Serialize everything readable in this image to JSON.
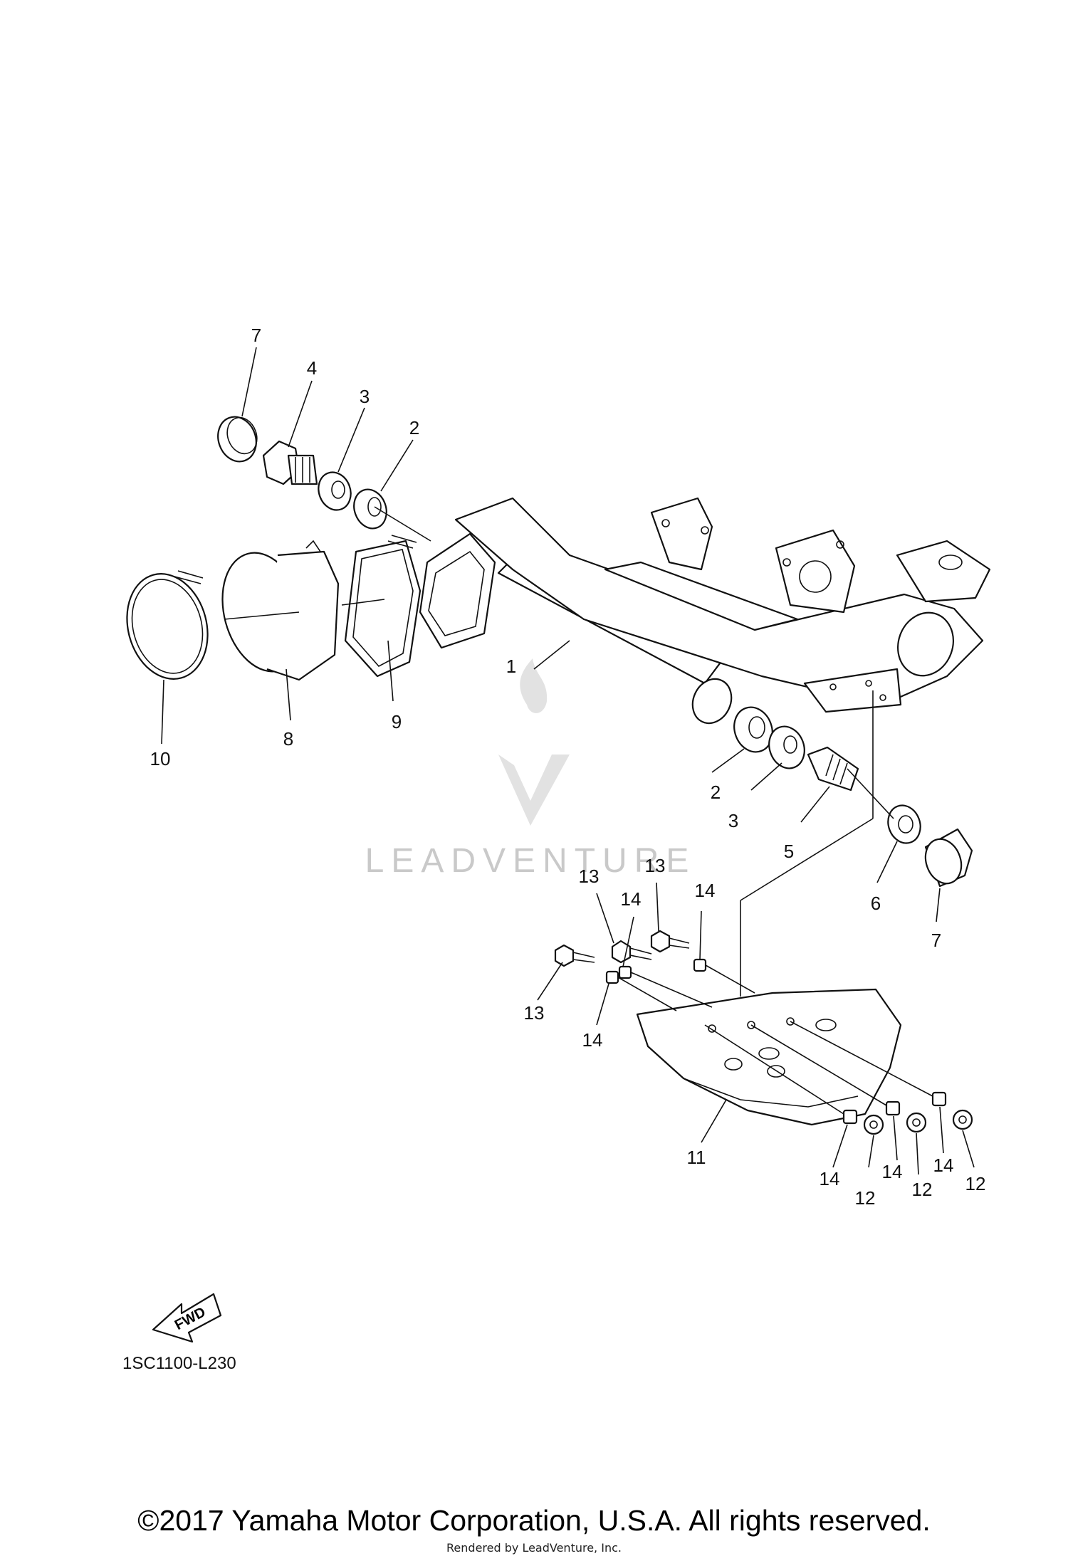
{
  "watermark": {
    "text": "LEADVENTURE"
  },
  "fwd_label": "FWD",
  "diagram_code": "1SC1100-L230",
  "copyright": "©2017 Yamaha Motor Corporation, U.S.A. All rights reserved.",
  "rendered_by": "Rendered by LeadVenture, Inc.",
  "callouts": {
    "c1": "1",
    "c2a": "2",
    "c2b": "2",
    "c3a": "3",
    "c3b": "3",
    "c4": "4",
    "c5": "5",
    "c6": "6",
    "c7a": "7",
    "c7b": "7",
    "c8": "8",
    "c9": "9",
    "c10": "10",
    "c11": "11",
    "c12a": "12",
    "c12b": "12",
    "c12c": "12",
    "c13a": "13",
    "c13b": "13",
    "c13c": "13",
    "c14a": "14",
    "c14b": "14",
    "c14c": "14",
    "c14d": "14",
    "c14e": "14",
    "c14f": "14"
  },
  "colors": {
    "line": "#111111",
    "watermark": "#c9c9c9",
    "background": "#ffffff"
  }
}
